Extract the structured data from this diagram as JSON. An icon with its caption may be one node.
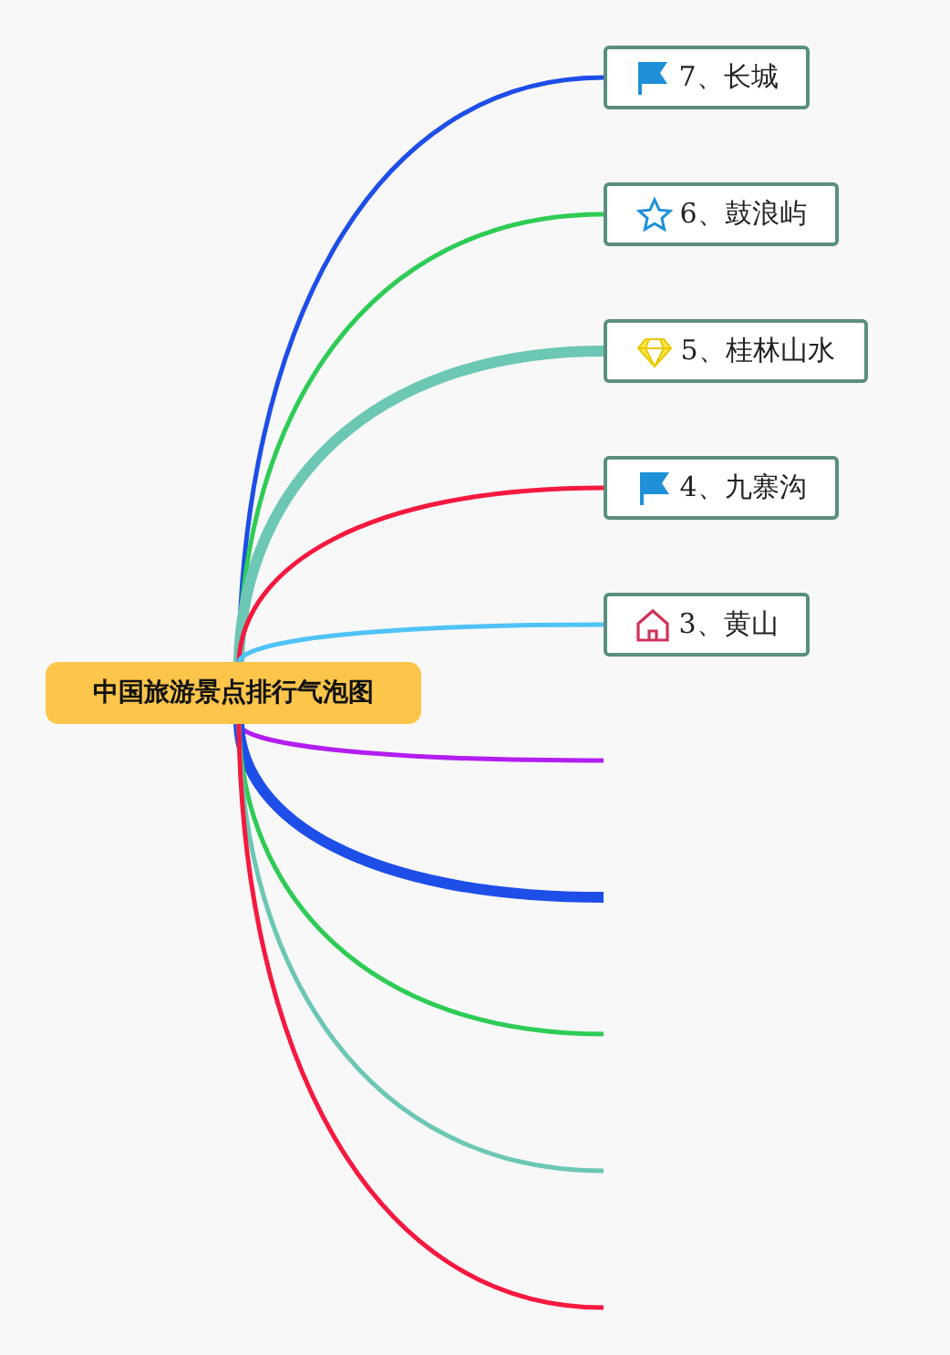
{
  "diagram": {
    "nodes": [
      {
        "text": [
          "中国旅游景点排行气泡图"
        ]
      },
      {
        "text": [
          "7、长城"
        ]
      },
      {
        "text": [
          "6、鼓浪屿"
        ]
      },
      {
        "text": [
          "5、桂林山水"
        ]
      },
      {
        "text": [
          "4、九寨沟"
        ]
      },
      {
        "text": [
          "3、黄山"
        ]
      }
    ],
    "edges": [
      {
        "from": 0,
        "to": 1,
        "arrow": "none",
        "color": "#1d4ee8"
      },
      {
        "from": 0,
        "to": 2,
        "arrow": "none",
        "color": "#2ecc55"
      },
      {
        "from": 0,
        "to": 3,
        "arrow": "none",
        "style": "thick",
        "color": "#6cc7b4"
      },
      {
        "from": 0,
        "to": 4,
        "arrow": "none",
        "color": "#f5193f"
      },
      {
        "from": 0,
        "to": 5,
        "arrow": "none",
        "color": "#4fc3f7"
      },
      {
        "from": 0,
        "to": null,
        "arrow": "none",
        "color": "#b31ef0"
      },
      {
        "from": 0,
        "to": null,
        "arrow": "none",
        "style": "thick",
        "color": "#1d4ee8"
      },
      {
        "from": 0,
        "to": null,
        "arrow": "none",
        "color": "#2ecc55"
      },
      {
        "from": 0,
        "to": null,
        "arrow": "none",
        "color": "#6cc7b4"
      },
      {
        "from": 0,
        "to": null,
        "arrow": "none",
        "color": "#f5193f"
      }
    ]
  }
}
